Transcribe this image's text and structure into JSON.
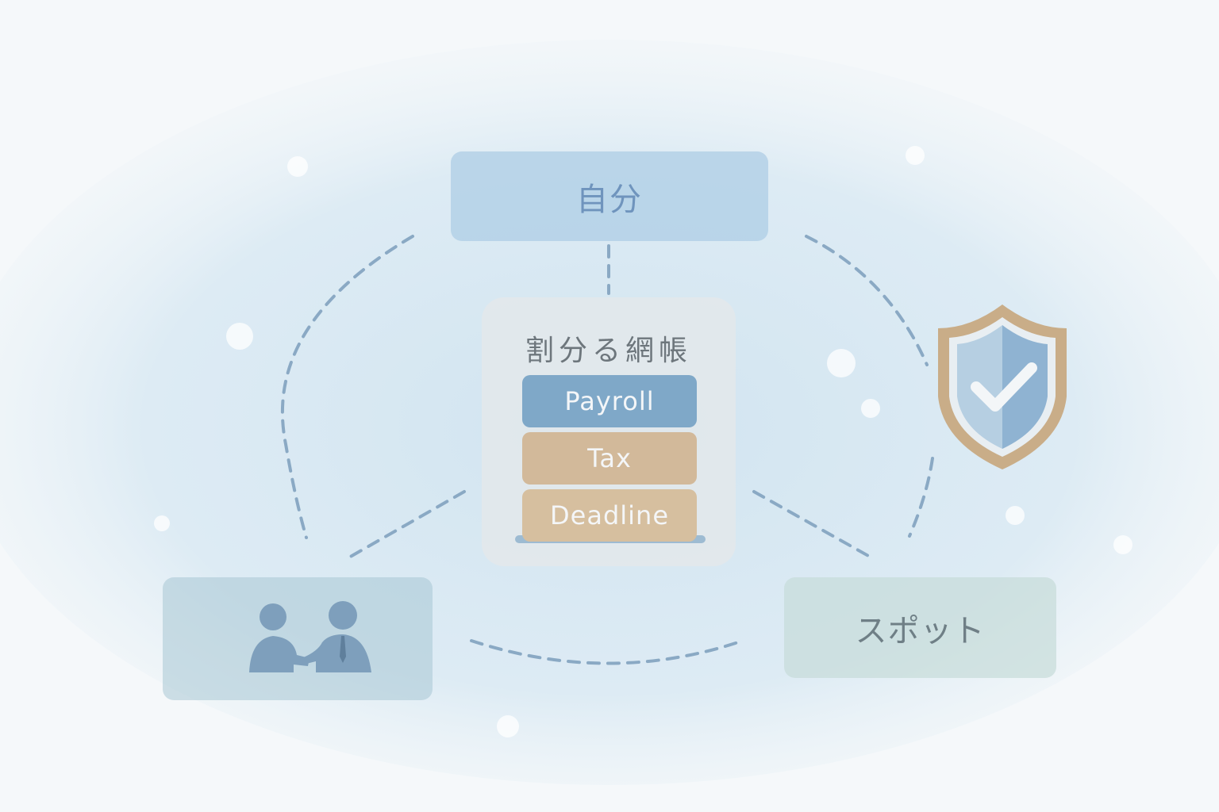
{
  "nodes": {
    "self": {
      "label": "自分"
    },
    "center": {
      "title": "割分る網帳",
      "layers": [
        "Payroll",
        "Tax",
        "Deadline"
      ]
    },
    "spot": {
      "label": "スポット"
    },
    "partners": {
      "icon": "people-handshake-icon"
    },
    "security": {
      "icon": "shield-check-icon"
    }
  },
  "colors": {
    "background": "#f5f8fa",
    "accent_blue": "#7fa8c8",
    "accent_tan": "#d2b99a",
    "dashed_line": "#8aa9c4"
  }
}
